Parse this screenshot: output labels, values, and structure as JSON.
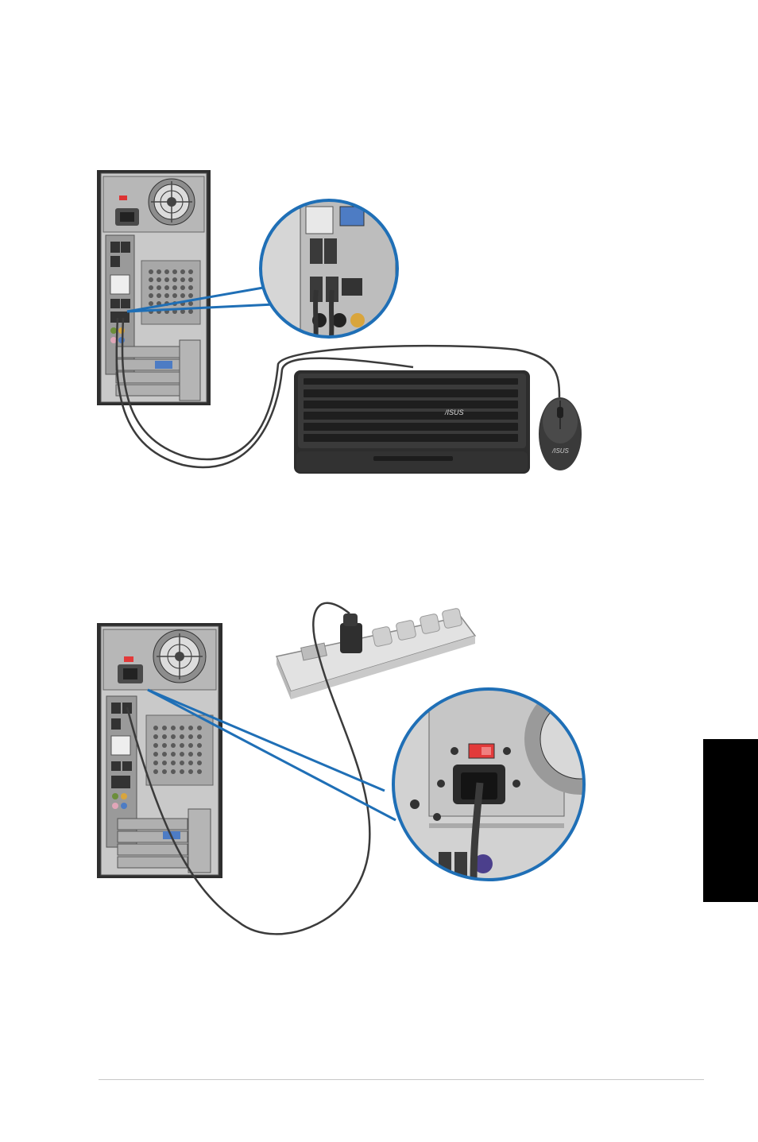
{
  "figures": [
    {
      "id": "keyboard-mouse-connection",
      "brand_logo": "/ISUS",
      "mouse_logo": "/ISUS",
      "icon": "usb-icon"
    },
    {
      "id": "power-cord-connection",
      "icon": "power-outlet-icon"
    }
  ],
  "colors": {
    "callout_blue": "#1f6fb6",
    "case_dark": "#3a3a3a",
    "panel_gray": "#c9c9c9",
    "cable": "#3b3b3b",
    "power_switch_red": "#e23a3a",
    "side_tab": "#000000"
  }
}
